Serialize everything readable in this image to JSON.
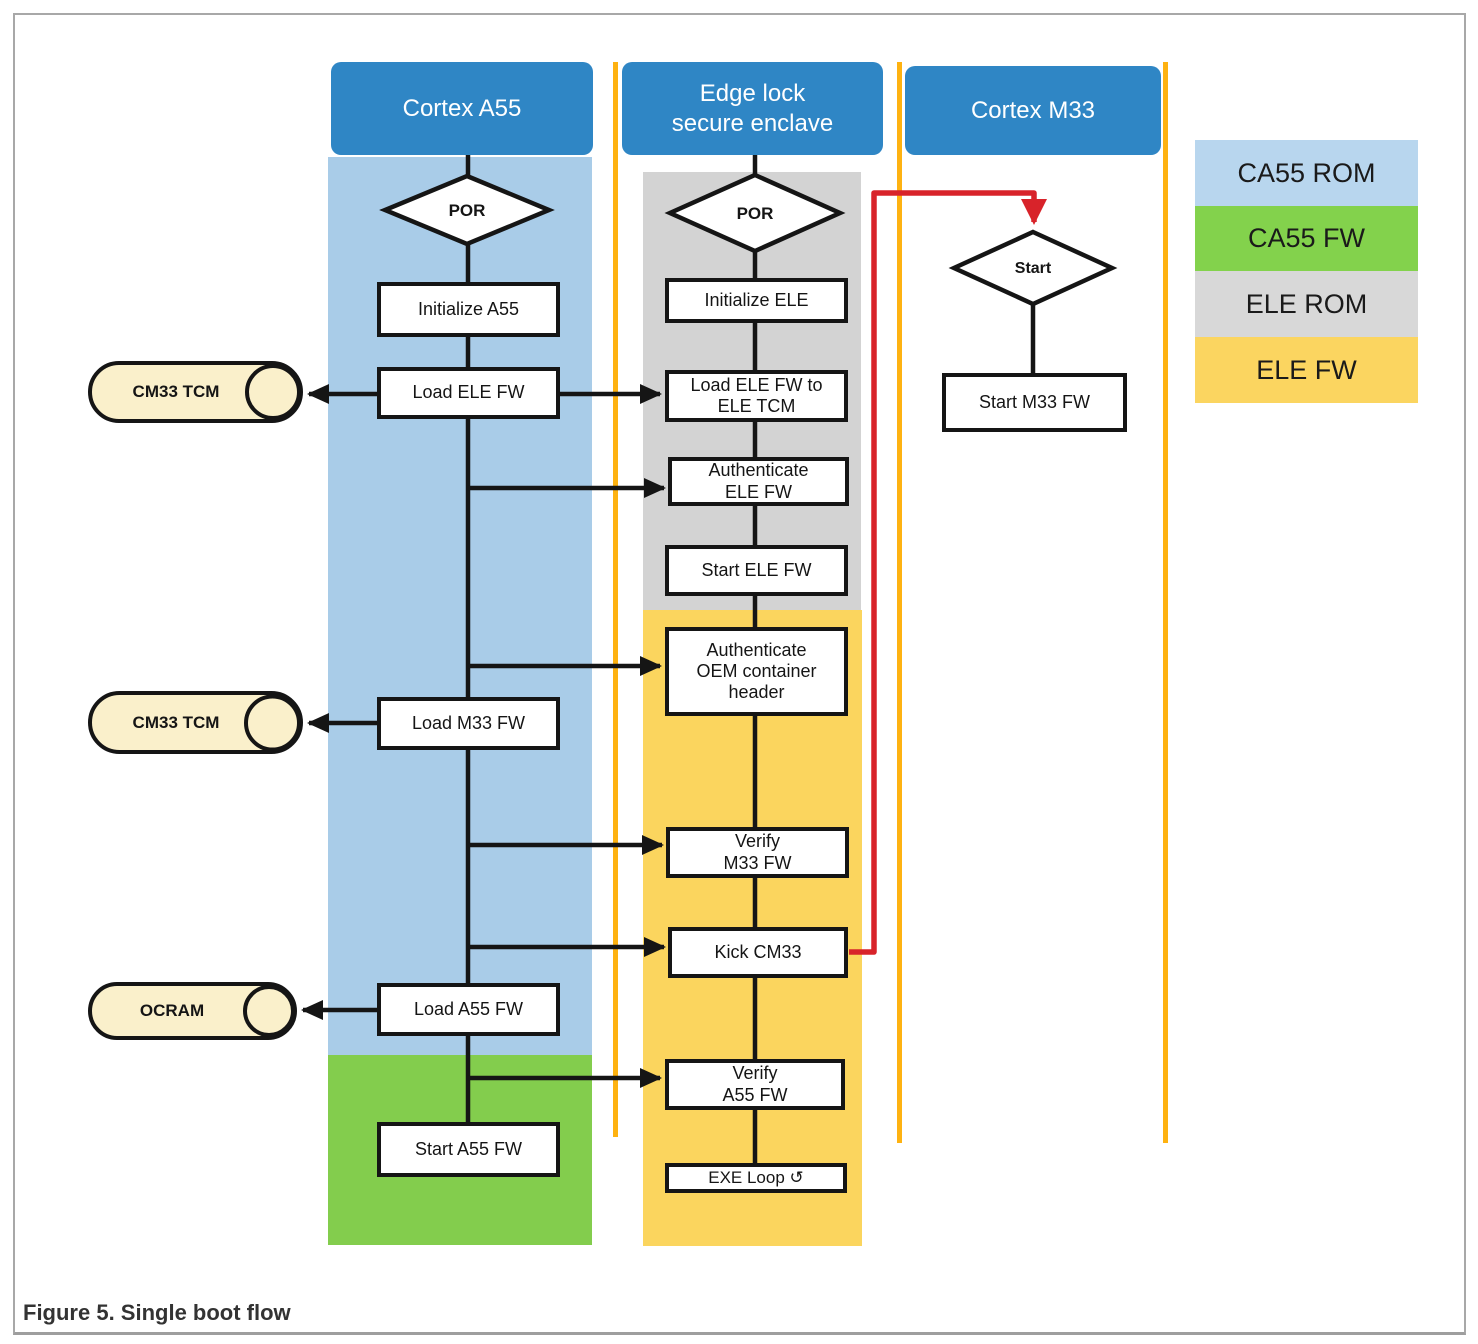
{
  "caption": "Figure 5.  Single boot flow",
  "headers": {
    "a55": "Cortex A55",
    "ele": "Edge lock\nsecure enclave",
    "m33": "Cortex M33"
  },
  "decisions": {
    "a55_por": "POR",
    "ele_por": "POR",
    "m33_start": "Start"
  },
  "a55_steps": {
    "initialize": "Initialize A55",
    "load_ele_fw": "Load ELE FW",
    "load_m33_fw": "Load M33 FW",
    "load_a55_fw": "Load A55 FW",
    "start_a55_fw": "Start A55 FW"
  },
  "ele_steps": {
    "initialize": "Initialize ELE",
    "load_ele_fw_to_tcm": "Load ELE FW to\nELE TCM",
    "authenticate_ele_fw": "Authenticate\nELE FW",
    "start_ele_fw": "Start ELE FW",
    "authenticate_oem": "Authenticate\nOEM container\nheader",
    "verify_m33_fw": "Verify\nM33 FW",
    "kick_cm33": "Kick CM33",
    "verify_a55_fw": "Verify\nA55 FW",
    "exe_loop": "EXE Loop ↺"
  },
  "m33_steps": {
    "start_m33_fw": "Start M33 FW"
  },
  "memories": {
    "cm33_tcm_top": "CM33 TCM",
    "cm33_tcm_mid": "CM33 TCM",
    "ocram": "OCRAM"
  },
  "legend": {
    "items": [
      {
        "label": "CA55 ROM",
        "color": "#b8d6ee"
      },
      {
        "label": "CA55 FW",
        "color": "#83d24c"
      },
      {
        "label": "ELE ROM",
        "color": "#d8d8d8"
      },
      {
        "label": "ELE FW",
        "color": "#fbd560"
      }
    ]
  },
  "colors": {
    "lane_header_blue": "#2f86c5",
    "ca55_rom_lane": "#a9cce8",
    "ca55_fw_lane": "#83cd4d",
    "ele_rom_lane": "#d3d3d3",
    "ele_fw_lane": "#fbd55e",
    "lane_separator_yellow": "#feb211",
    "kick_arrow_red": "#d8232a",
    "memory_fill": "#faf0cb",
    "connector_black": "#151515"
  }
}
